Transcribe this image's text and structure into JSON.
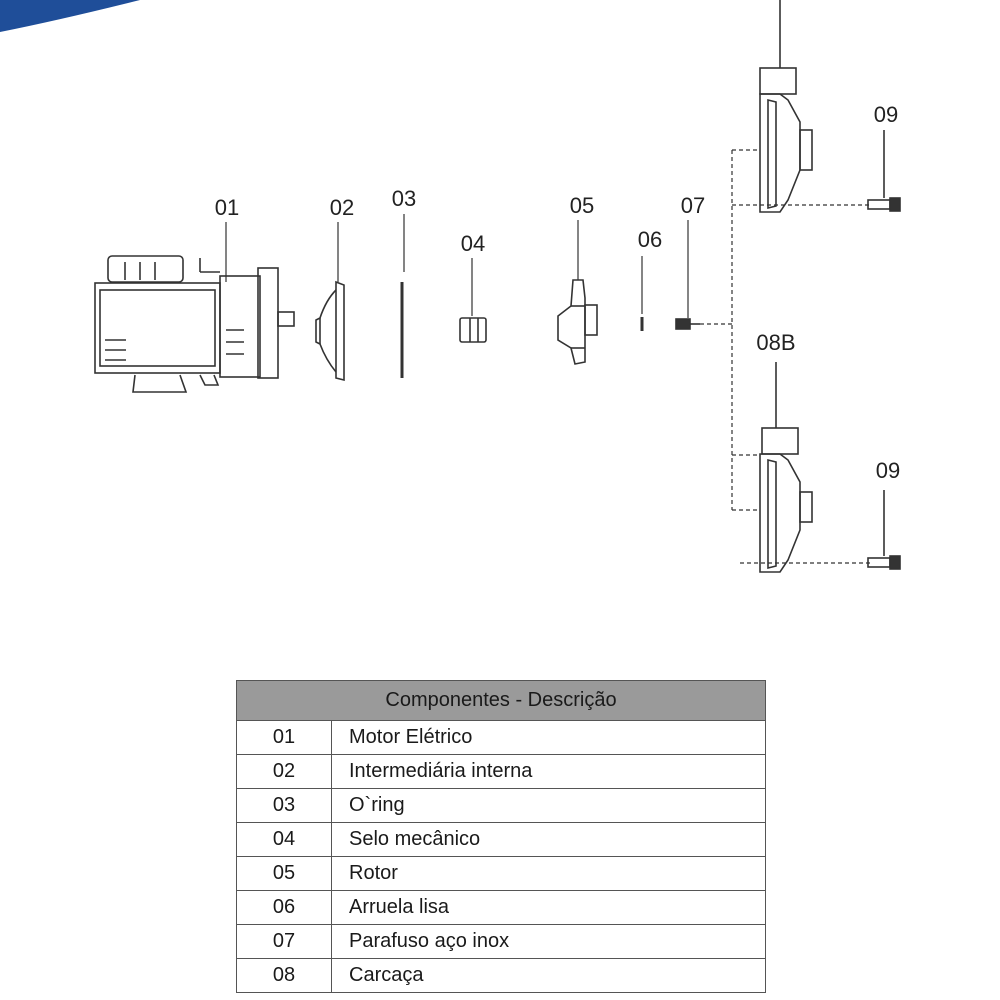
{
  "labels": {
    "p01": "01",
    "p02": "02",
    "p03": "03",
    "p04": "04",
    "p05": "05",
    "p06": "06",
    "p07": "07",
    "p08b": "08B",
    "p09a": "09",
    "p09b": "09"
  },
  "table": {
    "header": "Componentes - Descrição",
    "rows": [
      {
        "code": "01",
        "desc": "Motor Elétrico"
      },
      {
        "code": "02",
        "desc": "Intermediária interna"
      },
      {
        "code": "03",
        "desc": "O`ring"
      },
      {
        "code": "04",
        "desc": "Selo mecânico"
      },
      {
        "code": "05",
        "desc": "Rotor"
      },
      {
        "code": "06",
        "desc": "Arruela lisa"
      },
      {
        "code": "07",
        "desc": "Parafuso aço inox"
      },
      {
        "code": "08",
        "desc": "Carcaça"
      }
    ]
  },
  "colors": {
    "brand_banner": "#1f4e99",
    "table_header": "#9a9a9a",
    "line": "#333333"
  }
}
